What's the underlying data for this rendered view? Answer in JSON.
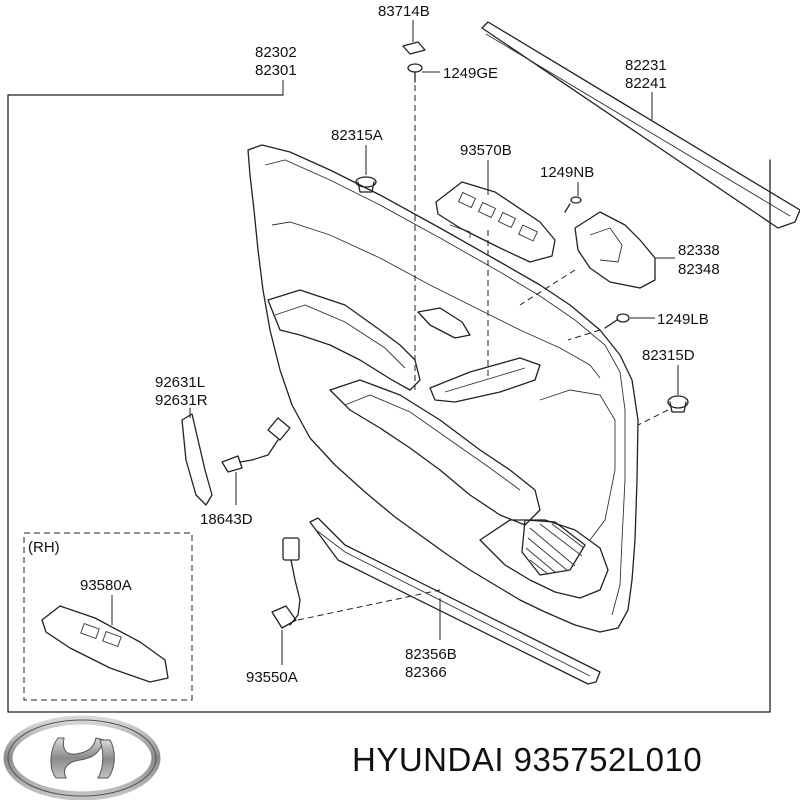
{
  "labels": {
    "l83714B": "83714B",
    "l82302": "82302",
    "l82301": "82301",
    "l1249GE": "1249GE",
    "l82231": "82231",
    "l82241": "82241",
    "l82315A": "82315A",
    "l93570B": "93570B",
    "l1249NB": "1249NB",
    "l82338": "82338",
    "l82348": "82348",
    "l1249LB": "1249LB",
    "l82315D": "82315D",
    "l92631L": "92631L",
    "l92631R": "92631R",
    "l18643D": "18643D",
    "lRH": "(RH)",
    "l93580A": "93580A",
    "l93550A": "93550A",
    "l82356B": "82356B",
    "l82366": "82366"
  },
  "footer": {
    "brand_text": "HYUNDAI 935752L010"
  },
  "icons": {
    "logo": "hyundai-logo-icon"
  }
}
